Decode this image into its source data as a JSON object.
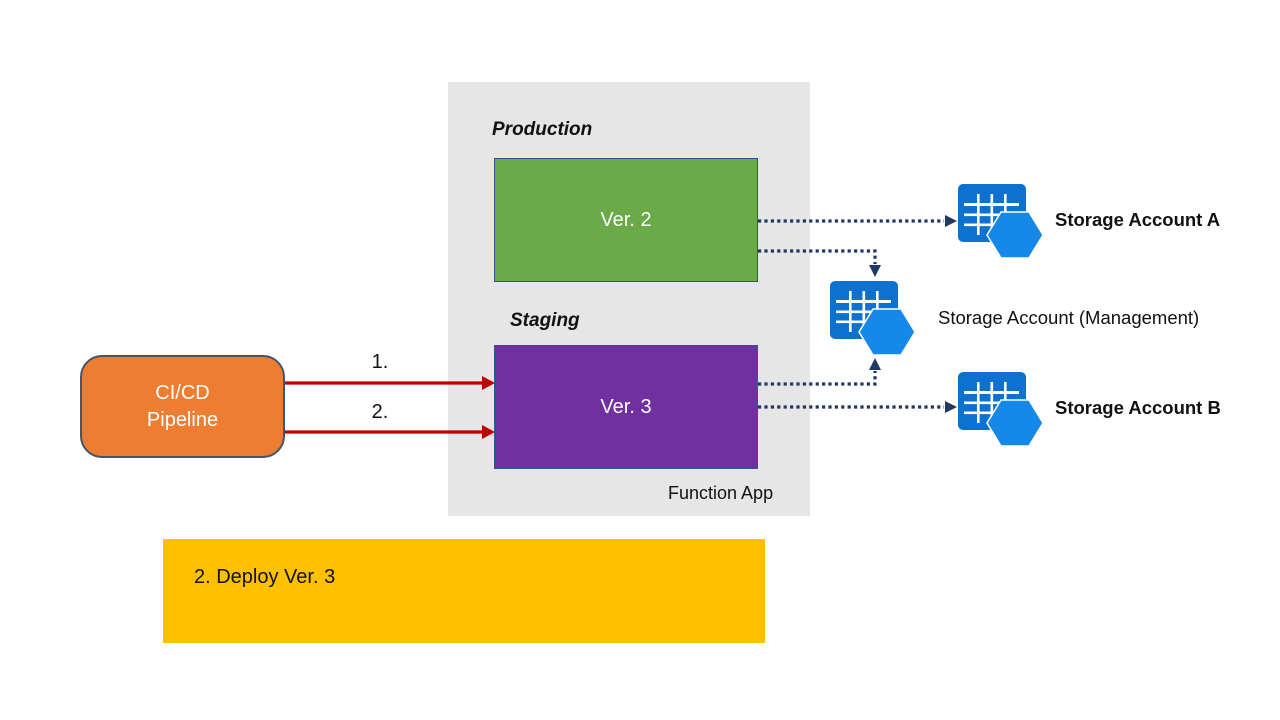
{
  "diagram": {
    "function_app": {
      "title": "Function App",
      "panel_fill": "#e7e6e6",
      "slots": [
        {
          "env_label": "Production",
          "version": "Ver. 2",
          "fill": "#6aaa49"
        },
        {
          "env_label": "Staging",
          "version": "Ver. 3",
          "fill": "#7030a0"
        }
      ]
    },
    "pipeline": {
      "label": "CI/CD\nPipeline",
      "fill": "#ed7d31"
    },
    "deploy_steps": [
      {
        "label": "1."
      },
      {
        "label": "2."
      }
    ],
    "storage_accounts": [
      {
        "label": "Storage Account A",
        "emphasis": "bold"
      },
      {
        "label": "Storage Account (Management)",
        "emphasis": "normal"
      },
      {
        "label": "Storage Account B",
        "emphasis": "bold"
      }
    ],
    "note": {
      "label": "2. Deploy Ver. 3",
      "fill": "#ffc000"
    },
    "colors": {
      "deploy_arrow": "#c00000",
      "data_arrow": "#1f3864",
      "icon_table_blue": "#0d72cf",
      "icon_hexagon_blue": "#1588e8",
      "slot_border": "#2e5496",
      "pipeline_border": "#44546a"
    }
  }
}
